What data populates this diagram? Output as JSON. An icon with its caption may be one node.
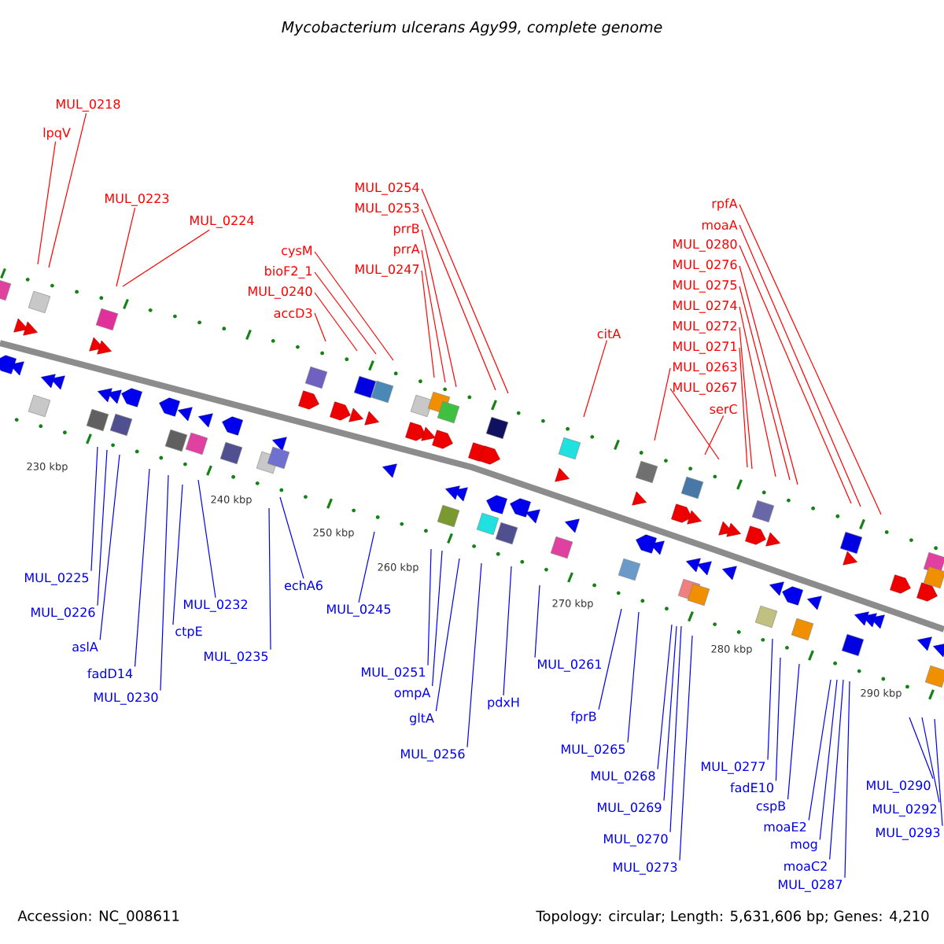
{
  "diagram": {
    "title": "Mycobacterium ulcerans Agy99, complete genome",
    "nodes": [
      {
        "text": [
          "MUL_0218"
        ]
      },
      {
        "text": [
          "lpqV"
        ]
      },
      {
        "text": [
          "MUL_0223"
        ]
      },
      {
        "text": [
          "MUL_0224"
        ]
      },
      {
        "text": [
          "accD3"
        ]
      },
      {
        "text": [
          "MUL_0240"
        ]
      },
      {
        "text": [
          "bioF2_1"
        ]
      },
      {
        "text": [
          "cysM"
        ]
      },
      {
        "text": [
          "MUL_0247"
        ]
      },
      {
        "text": [
          "prrA"
        ]
      },
      {
        "text": [
          "prrB"
        ]
      },
      {
        "text": [
          "MUL_0253"
        ]
      },
      {
        "text": [
          "MUL_0254"
        ]
      },
      {
        "text": [
          "citA"
        ]
      },
      {
        "text": [
          "MUL_0263"
        ]
      },
      {
        "text": [
          "serC"
        ]
      },
      {
        "text": [
          "MUL_0267"
        ]
      },
      {
        "text": [
          "MUL_0271"
        ]
      },
      {
        "text": [
          "MUL_0272"
        ]
      },
      {
        "text": [
          "MUL_0274"
        ]
      },
      {
        "text": [
          "MUL_0275"
        ]
      },
      {
        "text": [
          "MUL_0276"
        ]
      },
      {
        "text": [
          "MUL_0280"
        ]
      },
      {
        "text": [
          "moaA"
        ]
      },
      {
        "text": [
          "rpfA"
        ]
      },
      {
        "text": [
          "MUL_0225"
        ]
      },
      {
        "text": [
          "MUL_0226"
        ]
      },
      {
        "text": [
          "aslA"
        ]
      },
      {
        "text": [
          "fadD14"
        ]
      },
      {
        "text": [
          "MUL_0230"
        ]
      },
      {
        "text": [
          "MUL_0232"
        ]
      },
      {
        "text": [
          "ctpE"
        ]
      },
      {
        "text": [
          "MUL_0235"
        ]
      },
      {
        "text": [
          "echA6"
        ]
      },
      {
        "text": [
          "MUL_0245"
        ]
      },
      {
        "text": [
          "MUL_0251"
        ]
      },
      {
        "text": [
          "ompA"
        ]
      },
      {
        "text": [
          "gltA"
        ]
      },
      {
        "text": [
          "MUL_0256"
        ]
      },
      {
        "text": [
          "pdxH"
        ]
      },
      {
        "text": [
          "MUL_0261"
        ]
      },
      {
        "text": [
          "fprB"
        ]
      },
      {
        "text": [
          "MUL_0265"
        ]
      },
      {
        "text": [
          "MUL_0268"
        ]
      },
      {
        "text": [
          "MUL_0269"
        ]
      },
      {
        "text": [
          "MUL_0270"
        ]
      },
      {
        "text": [
          "MUL_0273"
        ]
      },
      {
        "text": [
          "MUL_0277"
        ]
      },
      {
        "text": [
          "fadE10"
        ]
      },
      {
        "text": [
          "cspB"
        ]
      },
      {
        "text": [
          "moaE2"
        ]
      },
      {
        "text": [
          "mog"
        ]
      },
      {
        "text": [
          "moaC2"
        ]
      },
      {
        "text": [
          "MUL_0287"
        ]
      },
      {
        "text": [
          "MUL_0290"
        ]
      },
      {
        "text": [
          "MUL_0292"
        ]
      },
      {
        "text": [
          "MUL_0293"
        ]
      }
    ],
    "edges": [
      {
        "from": 0,
        "to": null,
        "arrow": "none",
        "color": "#ff0000"
      },
      {
        "from": 1,
        "to": null,
        "arrow": "none",
        "color": "#ff0000"
      },
      {
        "from": 2,
        "to": null,
        "arrow": "none",
        "color": "#ff0000"
      },
      {
        "from": 3,
        "to": null,
        "arrow": "none",
        "color": "#ff0000"
      },
      {
        "from": 4,
        "to": null,
        "arrow": "none",
        "color": "#ff0000"
      },
      {
        "from": 5,
        "to": null,
        "arrow": "none",
        "color": "#ff0000"
      },
      {
        "from": 6,
        "to": null,
        "arrow": "none",
        "color": "#ff0000"
      },
      {
        "from": 7,
        "to": null,
        "arrow": "none",
        "color": "#ff0000"
      },
      {
        "from": 8,
        "to": null,
        "arrow": "none",
        "color": "#ff0000"
      },
      {
        "from": 9,
        "to": null,
        "arrow": "none",
        "color": "#ff0000"
      },
      {
        "from": 10,
        "to": null,
        "arrow": "none",
        "color": "#ff0000"
      },
      {
        "from": 11,
        "to": null,
        "arrow": "none",
        "color": "#ff0000"
      },
      {
        "from": 12,
        "to": null,
        "arrow": "none",
        "color": "#ff0000"
      },
      {
        "from": 13,
        "to": null,
        "arrow": "none",
        "color": "#ff0000"
      },
      {
        "from": 14,
        "to": null,
        "arrow": "none",
        "color": "#ff0000"
      },
      {
        "from": 15,
        "to": null,
        "arrow": "none",
        "color": "#ff0000"
      },
      {
        "from": 16,
        "to": null,
        "arrow": "none",
        "color": "#ff0000"
      },
      {
        "from": 17,
        "to": null,
        "arrow": "none",
        "color": "#ff0000"
      },
      {
        "from": 18,
        "to": null,
        "arrow": "none",
        "color": "#ff0000"
      },
      {
        "from": 19,
        "to": null,
        "arrow": "none",
        "color": "#ff0000"
      },
      {
        "from": 20,
        "to": null,
        "arrow": "none",
        "color": "#ff0000"
      },
      {
        "from": 21,
        "to": null,
        "arrow": "none",
        "color": "#ff0000"
      },
      {
        "from": 22,
        "to": null,
        "arrow": "none",
        "color": "#ff0000"
      },
      {
        "from": 23,
        "to": null,
        "arrow": "none",
        "color": "#ff0000"
      },
      {
        "from": 24,
        "to": null,
        "arrow": "none",
        "color": "#ff0000"
      },
      {
        "from": 25,
        "to": null,
        "arrow": "none"
      },
      {
        "from": 26,
        "to": null,
        "arrow": "none"
      },
      {
        "from": 27,
        "to": null,
        "arrow": "none"
      },
      {
        "from": 28,
        "to": null,
        "arrow": "none"
      },
      {
        "from": 29,
        "to": null,
        "arrow": "none"
      },
      {
        "from": 30,
        "to": null,
        "arrow": "none"
      },
      {
        "from": 31,
        "to": null,
        "arrow": "none"
      },
      {
        "from": 32,
        "to": null,
        "arrow": "none"
      },
      {
        "from": 33,
        "to": null,
        "arrow": "none"
      },
      {
        "from": 34,
        "to": null,
        "arrow": "none"
      },
      {
        "from": 35,
        "to": null,
        "arrow": "none"
      },
      {
        "from": 36,
        "to": null,
        "arrow": "none"
      },
      {
        "from": 37,
        "to": null,
        "arrow": "none"
      },
      {
        "from": 38,
        "to": null,
        "arrow": "none"
      },
      {
        "from": 39,
        "to": null,
        "arrow": "none"
      },
      {
        "from": 40,
        "to": null,
        "arrow": "none"
      },
      {
        "from": 41,
        "to": null,
        "arrow": "none"
      },
      {
        "from": 42,
        "to": null,
        "arrow": "none"
      },
      {
        "from": 43,
        "to": null,
        "arrow": "none"
      },
      {
        "from": 44,
        "to": null,
        "arrow": "none"
      },
      {
        "from": 45,
        "to": null,
        "arrow": "none"
      },
      {
        "from": 46,
        "to": null,
        "arrow": "none"
      },
      {
        "from": 47,
        "to": null,
        "arrow": "none"
      },
      {
        "from": 48,
        "to": null,
        "arrow": "none"
      },
      {
        "from": 49,
        "to": null,
        "arrow": "none"
      },
      {
        "from": 50,
        "to": null,
        "arrow": "none"
      },
      {
        "from": 51,
        "to": null,
        "arrow": "none"
      },
      {
        "from": 52,
        "to": null,
        "arrow": "none"
      },
      {
        "from": 53,
        "to": null,
        "arrow": "none"
      },
      {
        "from": 54,
        "to": null,
        "arrow": "none"
      },
      {
        "from": 55,
        "to": null,
        "arrow": "none"
      },
      {
        "from": 56,
        "to": null,
        "arrow": "none"
      }
    ],
    "labels": [
      "230 kbp",
      "240 kbp",
      "250 kbp",
      "260 kbp",
      "270 kbp",
      "280 kbp",
      "290 kbp",
      "Accession: NC_008611",
      "Topology: circular; Length: 5,631,606 bp; Genes: 4,210"
    ]
  }
}
